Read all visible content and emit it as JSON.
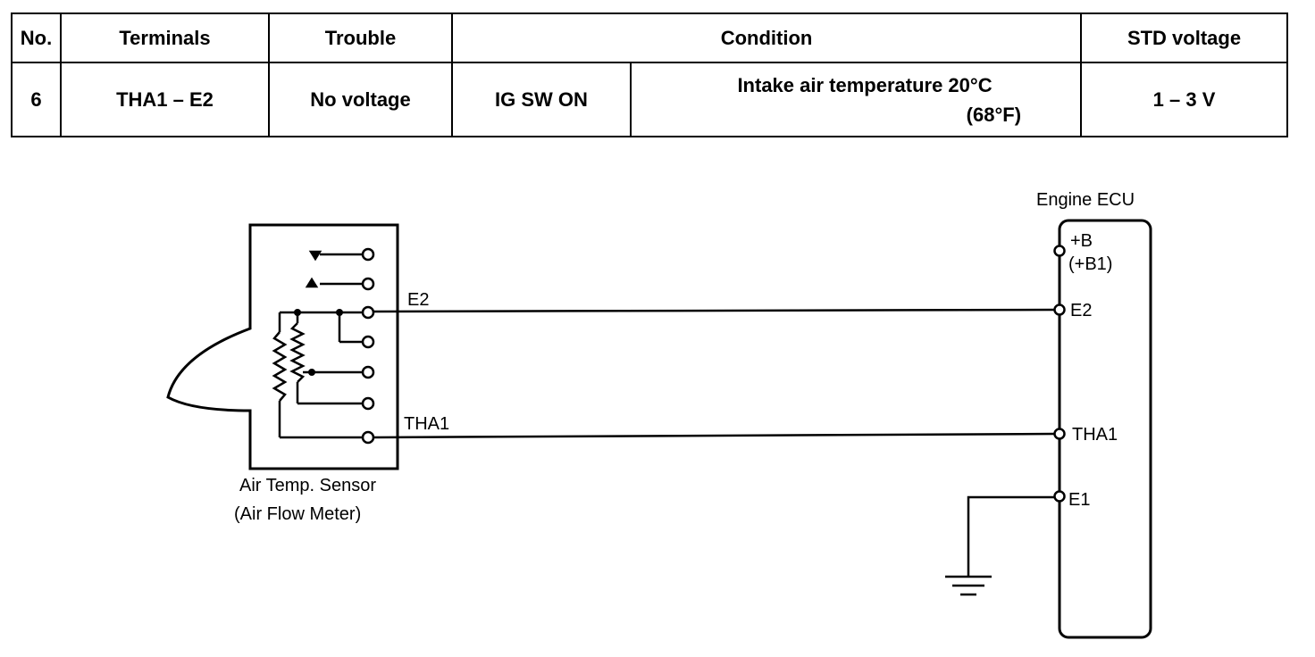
{
  "table": {
    "headers": {
      "no": "No.",
      "terminals": "Terminals",
      "trouble": "Trouble",
      "condition": "Condition",
      "std_voltage": "STD voltage"
    },
    "row": {
      "no": "6",
      "terminals": "THA1 – E2",
      "trouble": "No voltage",
      "condition_switch": "IG SW ON",
      "condition_temp_line1": "Intake air temperature 20°C",
      "condition_temp_line2": "(68°F)",
      "std_voltage": "1 – 3 V"
    }
  },
  "diagram": {
    "sensor_label_line1": "Air Temp. Sensor",
    "sensor_label_line2": "(Air Flow Meter)",
    "wire_e2_label": "E2",
    "wire_tha1_label": "THA1",
    "ecu_title": "Engine ECU",
    "ecu_pins": {
      "b": "+B",
      "b1": "(+B1)",
      "e2": "E2",
      "tha1": "THA1",
      "e1": "E1"
    }
  }
}
